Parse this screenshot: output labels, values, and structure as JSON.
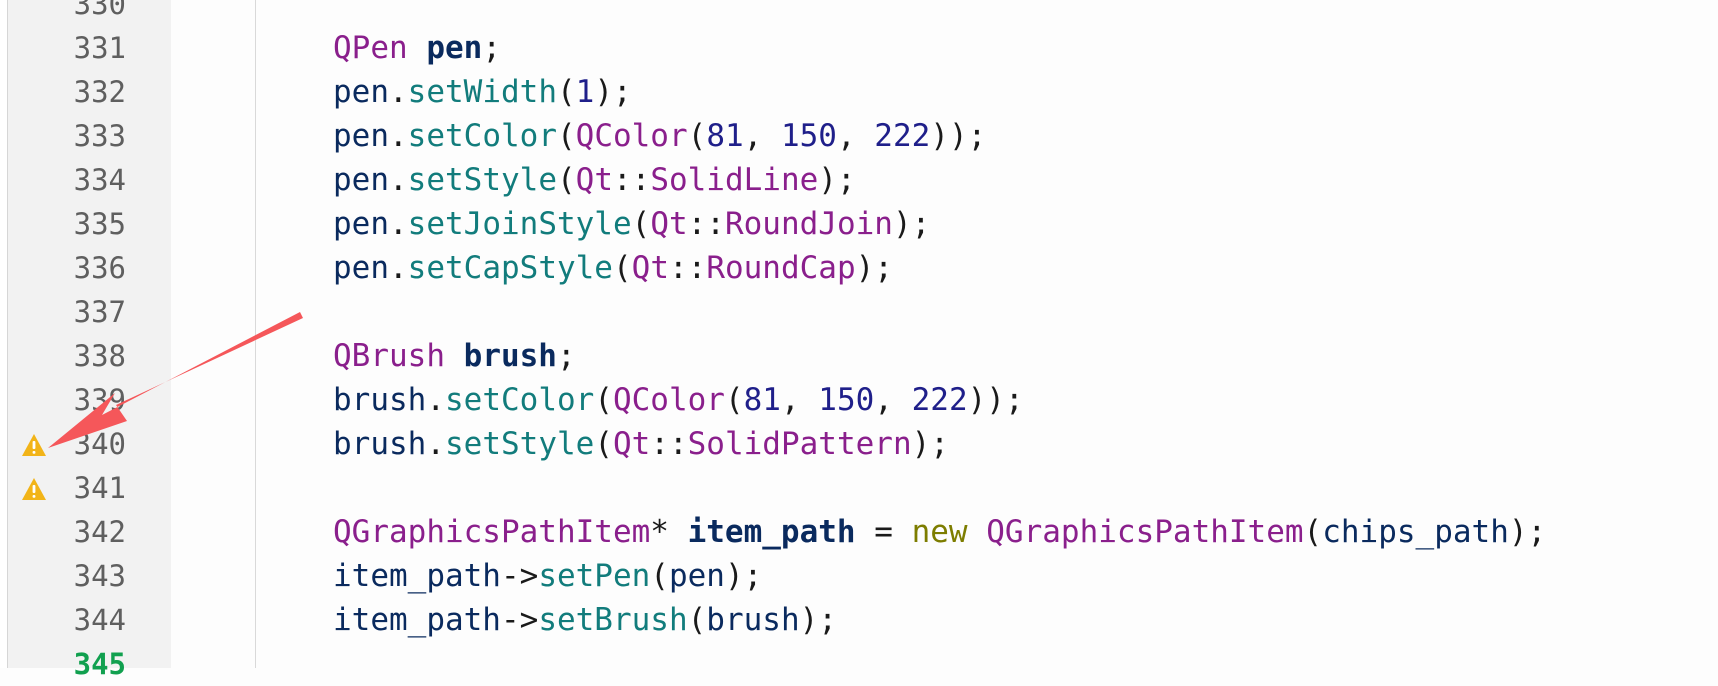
{
  "colors": {
    "gutter_bg": "#f2f2f2",
    "editor_bg": "#fdfdfd",
    "line_number": "#5f5f5f",
    "current_line_number": "#11a04f",
    "type": "#8a1f8c",
    "method": "#127c7c",
    "number": "#1f1f8a",
    "keyword": "#7d7d00",
    "variable": "#0a2a5e",
    "warning_icon": "#f2b418",
    "annotation_arrow": "#f5575a"
  },
  "line_numbers": [
    "330",
    "331",
    "332",
    "333",
    "334",
    "335",
    "336",
    "337",
    "338",
    "339",
    "340",
    "341",
    "342",
    "343",
    "344",
    "345"
  ],
  "warnings": [
    {
      "line": "340",
      "icon": "warning-triangle-icon"
    },
    {
      "line": "341",
      "icon": "warning-triangle-icon"
    }
  ],
  "code_lines": [
    [],
    [
      [
        "type",
        "QPen"
      ],
      [
        "plain",
        " "
      ],
      [
        "decl",
        "pen"
      ],
      [
        "punc",
        ";"
      ]
    ],
    [
      [
        "var",
        "pen"
      ],
      [
        "punc",
        "."
      ],
      [
        "method",
        "setWidth"
      ],
      [
        "punc",
        "("
      ],
      [
        "num",
        "1"
      ],
      [
        "punc",
        ");"
      ]
    ],
    [
      [
        "var",
        "pen"
      ],
      [
        "punc",
        "."
      ],
      [
        "method",
        "setColor"
      ],
      [
        "punc",
        "("
      ],
      [
        "type",
        "QColor"
      ],
      [
        "punc",
        "("
      ],
      [
        "num",
        "81"
      ],
      [
        "punc",
        ", "
      ],
      [
        "num",
        "150"
      ],
      [
        "punc",
        ", "
      ],
      [
        "num",
        "222"
      ],
      [
        "punc",
        "));"
      ]
    ],
    [
      [
        "var",
        "pen"
      ],
      [
        "punc",
        "."
      ],
      [
        "method",
        "setStyle"
      ],
      [
        "punc",
        "("
      ],
      [
        "type",
        "Qt"
      ],
      [
        "punc",
        "::"
      ],
      [
        "type",
        "SolidLine"
      ],
      [
        "punc",
        ");"
      ]
    ],
    [
      [
        "var",
        "pen"
      ],
      [
        "punc",
        "."
      ],
      [
        "method",
        "setJoinStyle"
      ],
      [
        "punc",
        "("
      ],
      [
        "type",
        "Qt"
      ],
      [
        "punc",
        "::"
      ],
      [
        "type",
        "RoundJoin"
      ],
      [
        "punc",
        ");"
      ]
    ],
    [
      [
        "var",
        "pen"
      ],
      [
        "punc",
        "."
      ],
      [
        "method",
        "setCapStyle"
      ],
      [
        "punc",
        "("
      ],
      [
        "type",
        "Qt"
      ],
      [
        "punc",
        "::"
      ],
      [
        "type",
        "RoundCap"
      ],
      [
        "punc",
        ");"
      ]
    ],
    [],
    [
      [
        "type",
        "QBrush"
      ],
      [
        "plain",
        " "
      ],
      [
        "decl",
        "brush"
      ],
      [
        "punc",
        ";"
      ]
    ],
    [
      [
        "var",
        "brush"
      ],
      [
        "punc",
        "."
      ],
      [
        "method",
        "setColor"
      ],
      [
        "punc",
        "("
      ],
      [
        "type",
        "QColor"
      ],
      [
        "punc",
        "("
      ],
      [
        "num",
        "81"
      ],
      [
        "punc",
        ", "
      ],
      [
        "num",
        "150"
      ],
      [
        "punc",
        ", "
      ],
      [
        "num",
        "222"
      ],
      [
        "punc",
        "));"
      ]
    ],
    [
      [
        "var",
        "brush"
      ],
      [
        "punc",
        "."
      ],
      [
        "method",
        "setStyle"
      ],
      [
        "punc",
        "("
      ],
      [
        "type",
        "Qt"
      ],
      [
        "punc",
        "::"
      ],
      [
        "type",
        "SolidPattern"
      ],
      [
        "punc",
        ");"
      ]
    ],
    [],
    [
      [
        "type",
        "QGraphicsPathItem"
      ],
      [
        "punc",
        "* "
      ],
      [
        "decl",
        "item_path"
      ],
      [
        "punc",
        " = "
      ],
      [
        "kw",
        "new"
      ],
      [
        "plain",
        " "
      ],
      [
        "type",
        "QGraphicsPathItem"
      ],
      [
        "punc",
        "("
      ],
      [
        "var",
        "chips_path"
      ],
      [
        "punc",
        ");"
      ]
    ],
    [
      [
        "var",
        "item_path"
      ],
      [
        "punc",
        "->"
      ],
      [
        "method",
        "setPen"
      ],
      [
        "punc",
        "("
      ],
      [
        "var",
        "pen"
      ],
      [
        "punc",
        ");"
      ]
    ],
    [
      [
        "var",
        "item_path"
      ],
      [
        "punc",
        "->"
      ],
      [
        "method",
        "setBrush"
      ],
      [
        "punc",
        "("
      ],
      [
        "var",
        "brush"
      ],
      [
        "punc",
        ");"
      ]
    ],
    []
  ]
}
